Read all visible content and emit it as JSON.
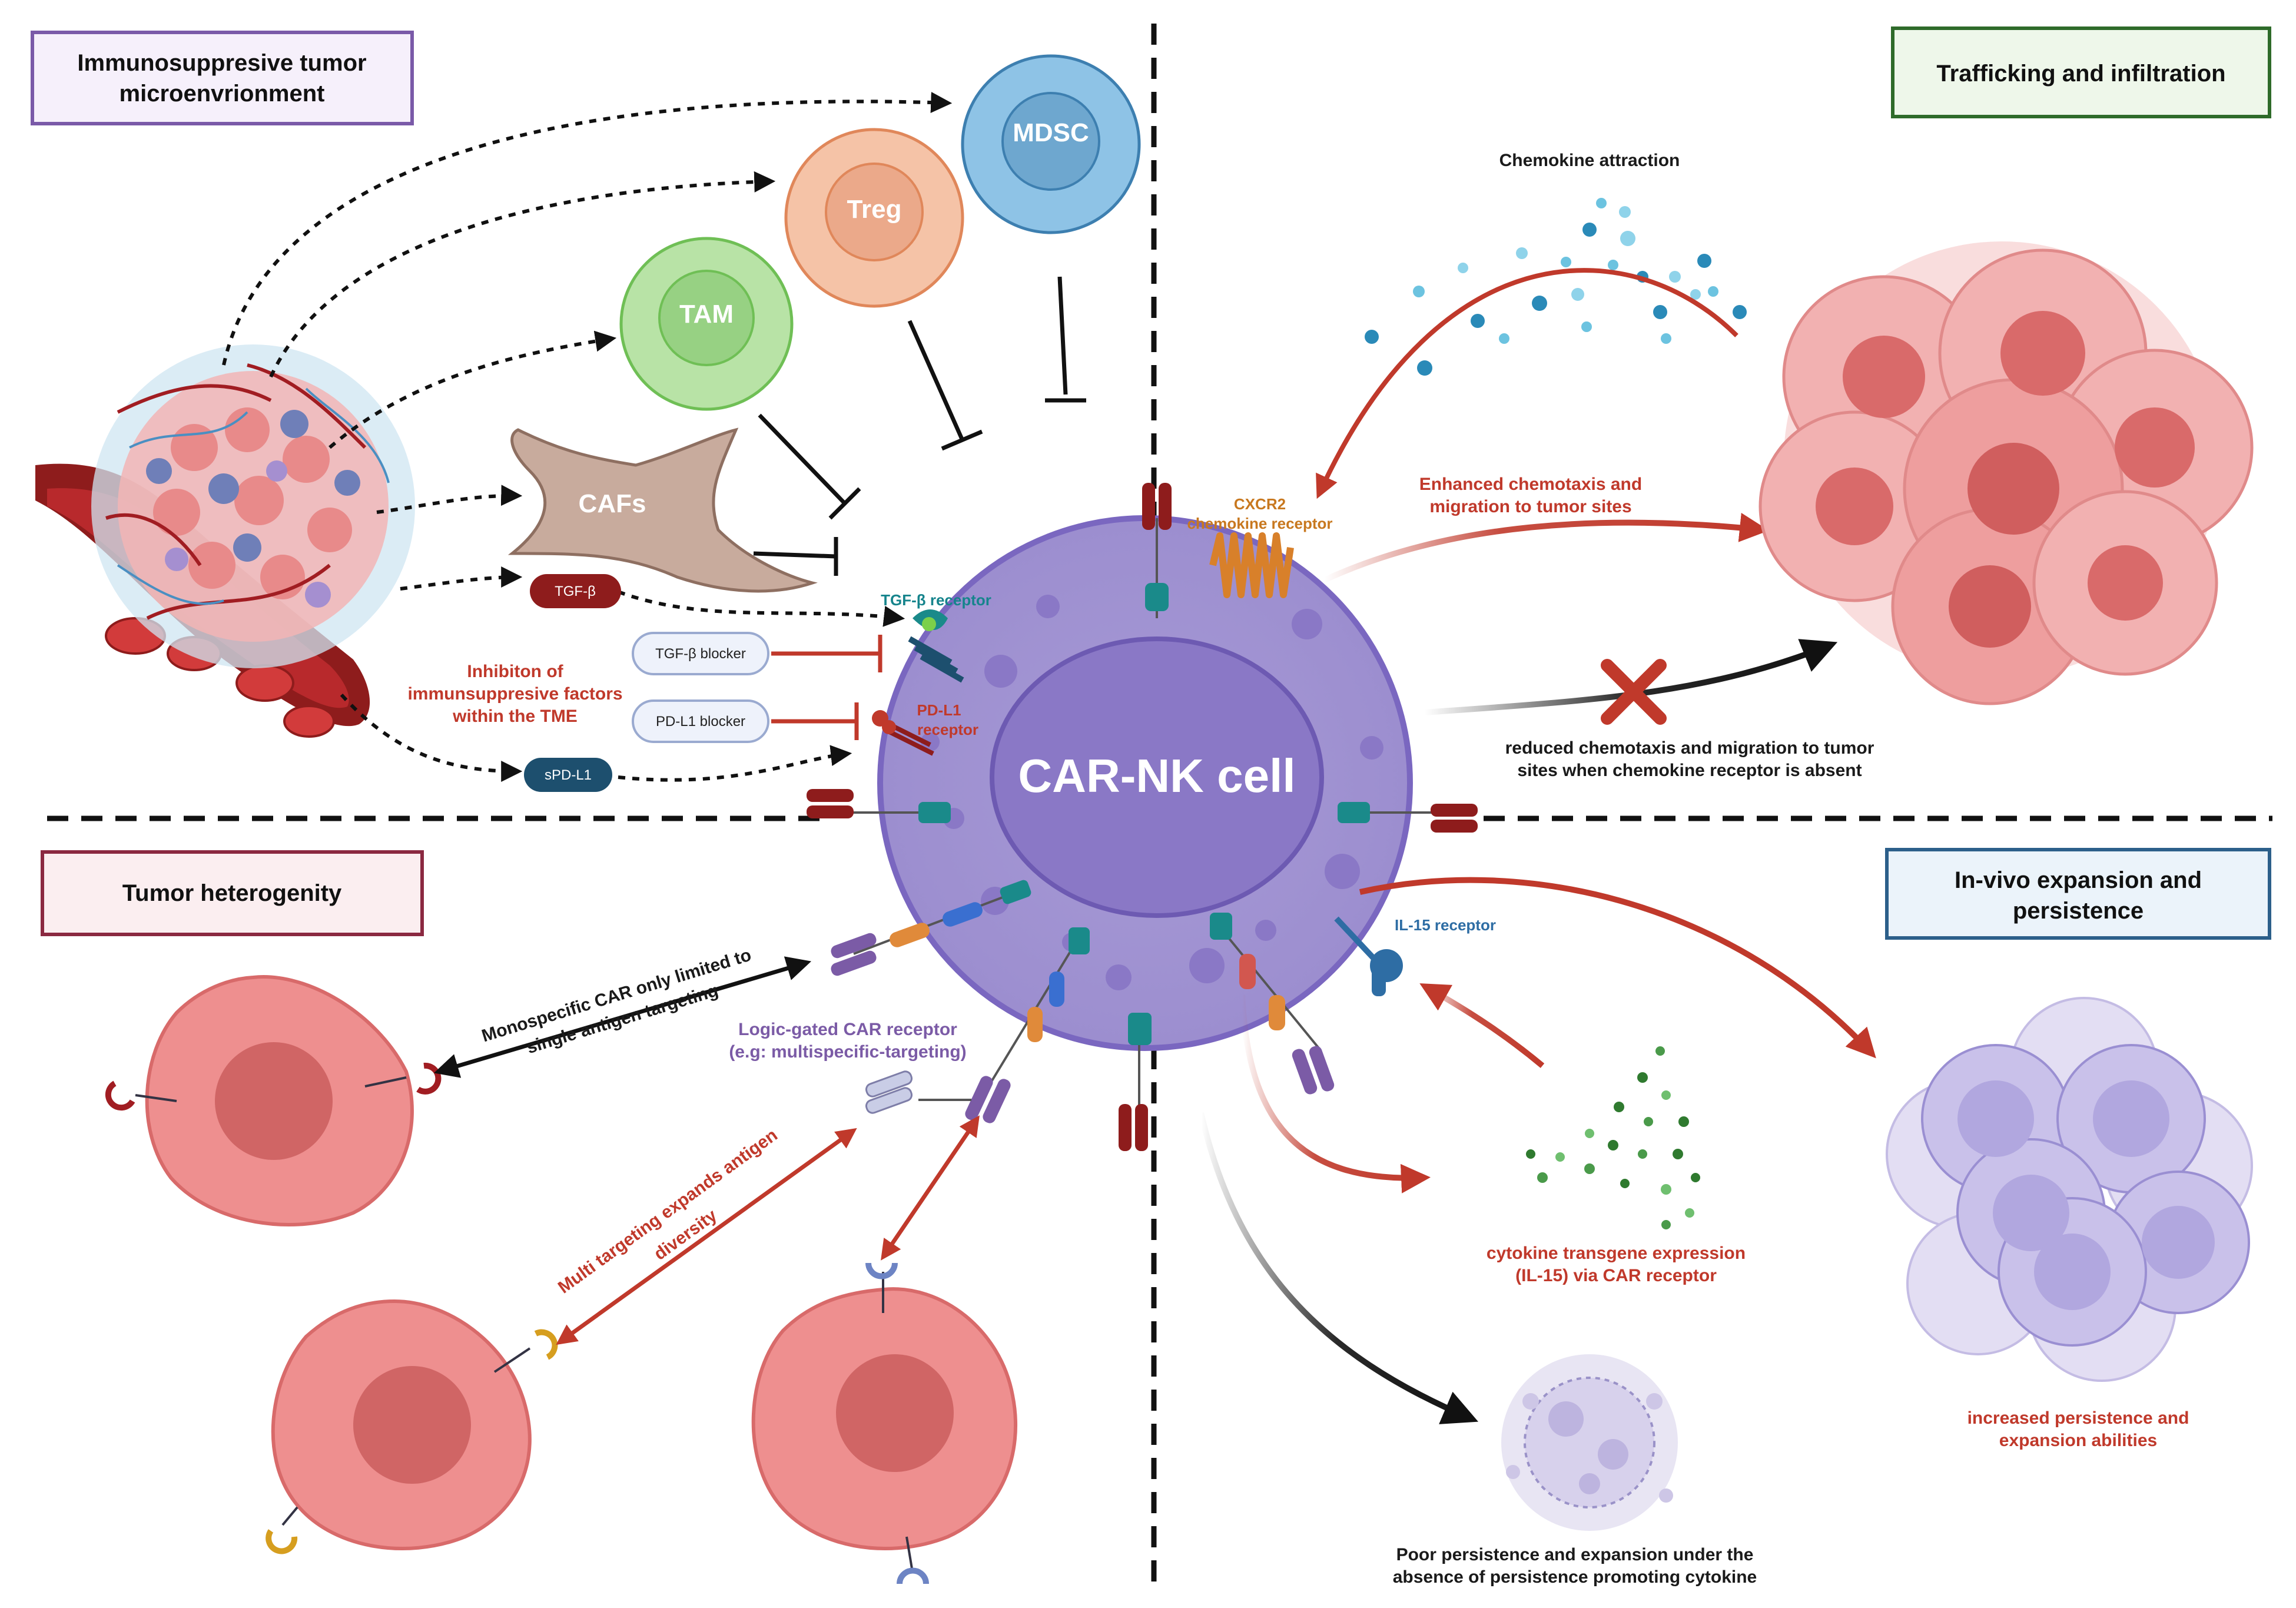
{
  "panels": {
    "tme": {
      "title_line1": "Immunosuppresive tumor",
      "title_line2": "microenvrionment",
      "color": "#7a5aa8"
    },
    "trafficking": {
      "title": "Trafficking and infiltration",
      "color": "#2e6b2a"
    },
    "heterogeneity": {
      "title": "Tumor heterogenity",
      "color": "#8b2941"
    },
    "expansion": {
      "title_line1": "In-vivo expansion and",
      "title_line2": "persistence",
      "color": "#2c5f8a"
    }
  },
  "center_cell": {
    "label": "CAR-NK cell",
    "color": "#9e8fd0"
  },
  "immune_cells": {
    "mdsc": "MDSC",
    "treg": "Treg",
    "tam": "TAM",
    "cafs": "CAFs"
  },
  "factors": {
    "tgf_beta": "TGF-β",
    "spd_l1": "sPD-L1",
    "tgf_beta_blocker": "TGF-β blocker",
    "pd_l1_blocker": "PD-L1 blocker"
  },
  "receptors": {
    "tgf_beta_receptor": "TGF-β receptor",
    "pd_l1_receptor_line1": "PD-L1",
    "pd_l1_receptor_line2": "receptor",
    "cxcr2_line1": "CXCR2",
    "cxcr2_line2": "chemokine receptor",
    "il15_receptor": "IL-15 receptor"
  },
  "annotations": {
    "inhibition_line1": "Inhibiton of",
    "inhibition_line2": "immunsuppresive factors",
    "inhibition_line3": "within the TME",
    "chemokine_attraction": "Chemokine attraction",
    "enhanced_line1": "Enhanced chemotaxis and",
    "enhanced_line2": "migration to tumor sites",
    "reduced_line1": "reduced chemotaxis and migration to tumor",
    "reduced_line2": "sites when chemokine receptor is absent",
    "monospecific_line1": "Monospecific CAR only limited to",
    "monospecific_line2": "single antigen targeting",
    "logic_gated_line1": "Logic-gated CAR receptor",
    "logic_gated_line2": "(e.g: multispecific-targeting)",
    "multi_targeting_line1": "Multi targeting expands antigen",
    "multi_targeting_line2": "diversity",
    "cytokine_line1": "cytokine transgene expression",
    "cytokine_line2": "(IL-15)  via CAR receptor",
    "poor_line1": "Poor persistence and expansion under the",
    "poor_line2": "absence of persistence promoting cytokine",
    "increased_line1": "increased persistence and",
    "increased_line2": "expansion abilities"
  },
  "colors": {
    "red_arrow": "#c0392b",
    "black_arrow": "#111111",
    "tumor_pink": "#ee8f8f",
    "mdsc_blue": "#8ec3e6",
    "treg_peach": "#f5c3a7",
    "tam_green": "#b8e3a6",
    "caf_tan": "#c8ab9d"
  }
}
